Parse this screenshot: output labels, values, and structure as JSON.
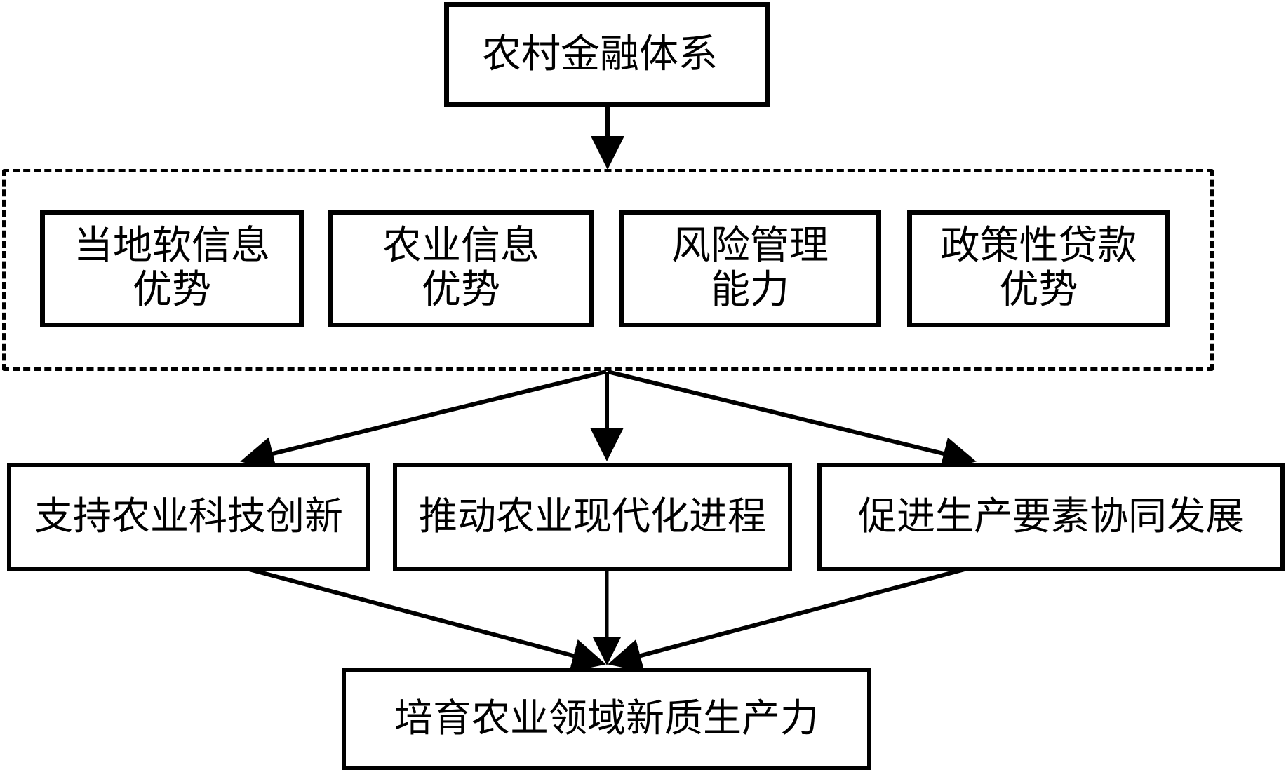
{
  "diagram": {
    "colors": {
      "stroke": "#000000",
      "background": "#ffffff"
    },
    "root": {
      "id": "rural-finance-system",
      "label": "农村金融体系"
    },
    "advantage_group": {
      "id": "advantages",
      "style": "dashed",
      "items": [
        {
          "id": "local-soft-info",
          "label": "当地软信息\n优势"
        },
        {
          "id": "agri-info",
          "label": "农业信息\n优势"
        },
        {
          "id": "risk-mgmt",
          "label": "风险管理\n能力"
        },
        {
          "id": "policy-loan",
          "label": "政策性贷款\n优势"
        }
      ]
    },
    "effects": [
      {
        "id": "tech-innovation",
        "label": "支持农业科技创新"
      },
      {
        "id": "modernization",
        "label": "推动农业现代化进程"
      },
      {
        "id": "factor-synergy",
        "label": "促进生产要素协同发展"
      }
    ],
    "outcome": {
      "id": "new-quality-productivity",
      "label": "培育农业领域新质生产力"
    },
    "edges": [
      {
        "from": "rural-finance-system",
        "to": "advantages",
        "arrow": true
      },
      {
        "from": "advantages",
        "to": "tech-innovation",
        "arrow": true
      },
      {
        "from": "advantages",
        "to": "modernization",
        "arrow": true
      },
      {
        "from": "advantages",
        "to": "factor-synergy",
        "arrow": true
      },
      {
        "from": "tech-innovation",
        "to": "new-quality-productivity",
        "arrow": true
      },
      {
        "from": "modernization",
        "to": "new-quality-productivity",
        "arrow": true
      },
      {
        "from": "factor-synergy",
        "to": "new-quality-productivity",
        "arrow": true
      }
    ]
  }
}
